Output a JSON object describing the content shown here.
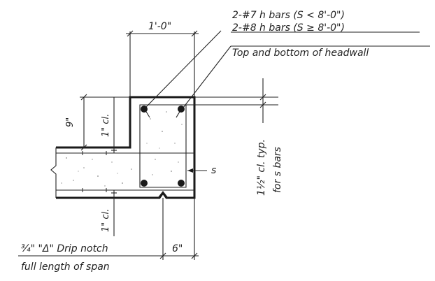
{
  "labels": {
    "hbars_line1": "2-#7 h bars (S < 8'-0\")",
    "hbars_line2": "2-#8 h bars (S ≥ 8'-0\")",
    "hbars_line3": "Top and bottom of headwall",
    "dim_width": "1'-0\"",
    "dim_9in": "9\"",
    "cl_top": "1\" cl.",
    "cl_bottom": "1\" cl.",
    "s_label": "s",
    "cl_typ_line1": "1½\" cl. typ.",
    "cl_typ_line2": "for s bars",
    "drip_line1": "¾\" \"Δ\" Drip notch",
    "drip_line2": "full length of span",
    "dim_6in": "6\""
  },
  "colors": {
    "ink": "#1a1a1a",
    "concrete_stipple": "#8a8a8a"
  }
}
